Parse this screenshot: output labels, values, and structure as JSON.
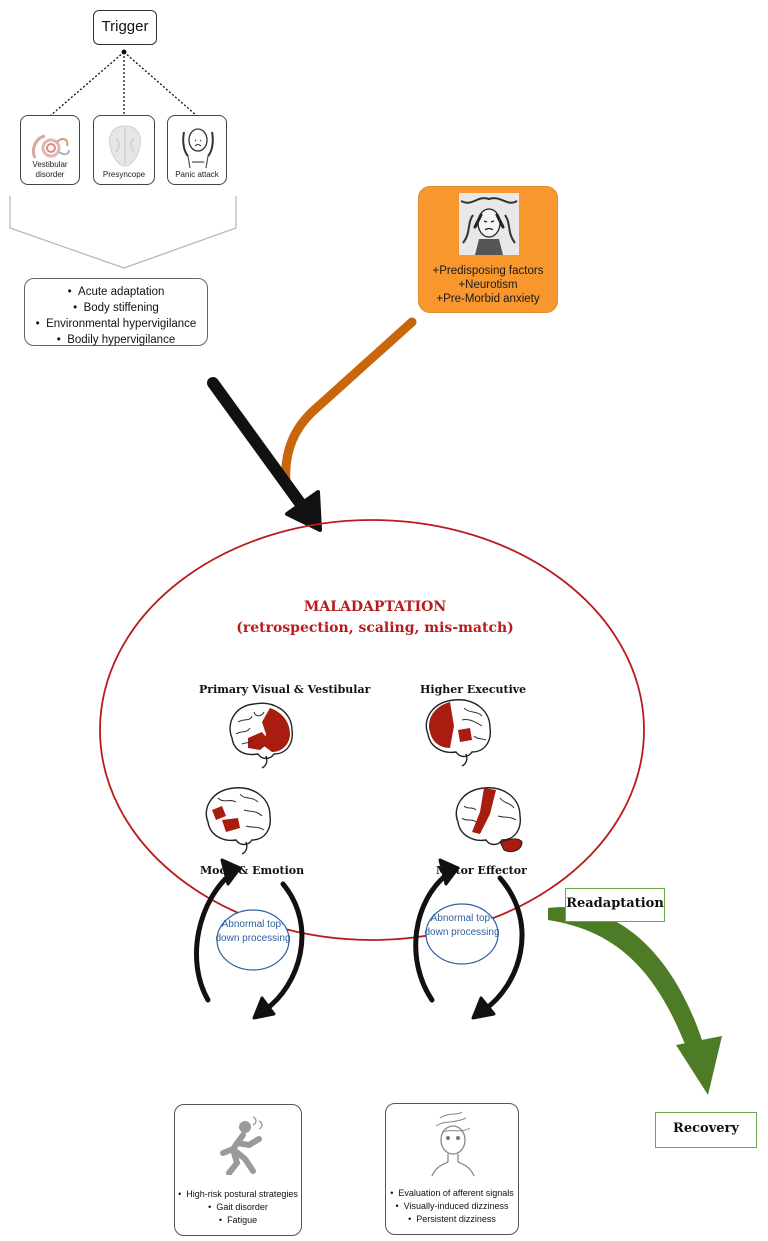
{
  "trigger": {
    "label": "Trigger"
  },
  "triggers": [
    {
      "label": "Vestibular disorder",
      "icon": "inner-ear-icon"
    },
    {
      "label": "Presyncope",
      "icon": "brain-icon"
    },
    {
      "label": "Panic attack",
      "icon": "panic-person-icon"
    }
  ],
  "acute": {
    "items": [
      "Acute adaptation",
      "Body stiffening",
      "Environmental hypervigilance",
      "Bodily hypervigilance"
    ]
  },
  "predisposing": {
    "items": [
      "+Predisposing factors",
      "+Neurotism",
      "+Pre-Morbid anxiety"
    ],
    "color": "#f7972e",
    "icon": "anxious-woman-icon"
  },
  "maladaptation": {
    "title": "MALADAPTATION",
    "subtitle": "(retrospection, scaling, mis-match)",
    "color": "#b81c1c"
  },
  "brain_regions": [
    {
      "label": "Primary Visual & Vestibular"
    },
    {
      "label": "Higher Executive"
    },
    {
      "label": "Mood & Emotion"
    },
    {
      "label": "Motor Effector"
    }
  ],
  "processing": [
    {
      "label": "Abnormal top-down processing"
    },
    {
      "label": "Abnormal top-down processing"
    }
  ],
  "outcomes": [
    {
      "items": [
        "High-risk postural strategies",
        "Gait disorder",
        "Fatigue"
      ],
      "icon": "falling-person-icon"
    },
    {
      "items": [
        "Evaluation of afferent signals",
        "Visually-induced dizziness",
        "Persistent dizziness"
      ],
      "icon": "dizzy-head-icon"
    }
  ],
  "readaptation": {
    "label": "Readaptation"
  },
  "recovery": {
    "label": "Recovery"
  },
  "colors": {
    "orange_arrow": "#c9650a",
    "green_arrow": "#4e7c26",
    "accent_red": "#b81c1c"
  }
}
